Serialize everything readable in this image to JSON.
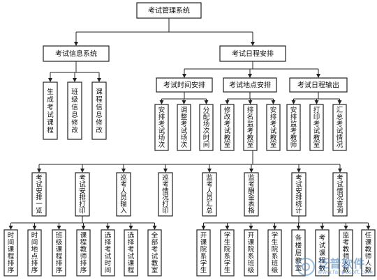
{
  "nodes": {
    "root": "考试管理系统",
    "info": "考试信息系统",
    "sched": "考试日程安排",
    "info_c1": "生成考试课程",
    "info_c2": "班级信息修改",
    "info_c3": "课程信息修改",
    "time": "考试时间安排",
    "place": "考试地点安排",
    "out": "考试日程输出",
    "t1": "安排考试场次",
    "t2": "调整考试场次",
    "t3": "分配场次时间",
    "p1": "修改考试教室",
    "p2": "排名监考教室",
    "p3": "安排考试教室",
    "o1": "安排监考教师",
    "o2": "打印考试教室",
    "o3": "汇总考试情况",
    "r1": "考试安排一览",
    "r2": "考试安排打印",
    "r3": "巡考人员输入",
    "r4": "巡考情况打印",
    "r5": "监考人员汇总",
    "r6": "监考酬金表格",
    "r7": "考试安排统计",
    "r8": "考试情况查询",
    "b1": "时间课程排序",
    "b2": "时间地点排序",
    "b3": "班级课程排序",
    "b4": "课程教师排序",
    "b5": "选择考试时间",
    "b6": "选择考试课程",
    "b7": "全部考试教室",
    "b8": "开课院系学生",
    "b9": "学生院系学生",
    "b10": "开课院系班级",
    "b11": "学生院系班级",
    "b12": "各楼层教室",
    "b13": "考试课程数",
    "b14": "监考教师人数",
    "b15": "任课教师人数"
  },
  "watermark": {
    "title": "泛普软件",
    "url": "www.fanpusoft.com"
  }
}
